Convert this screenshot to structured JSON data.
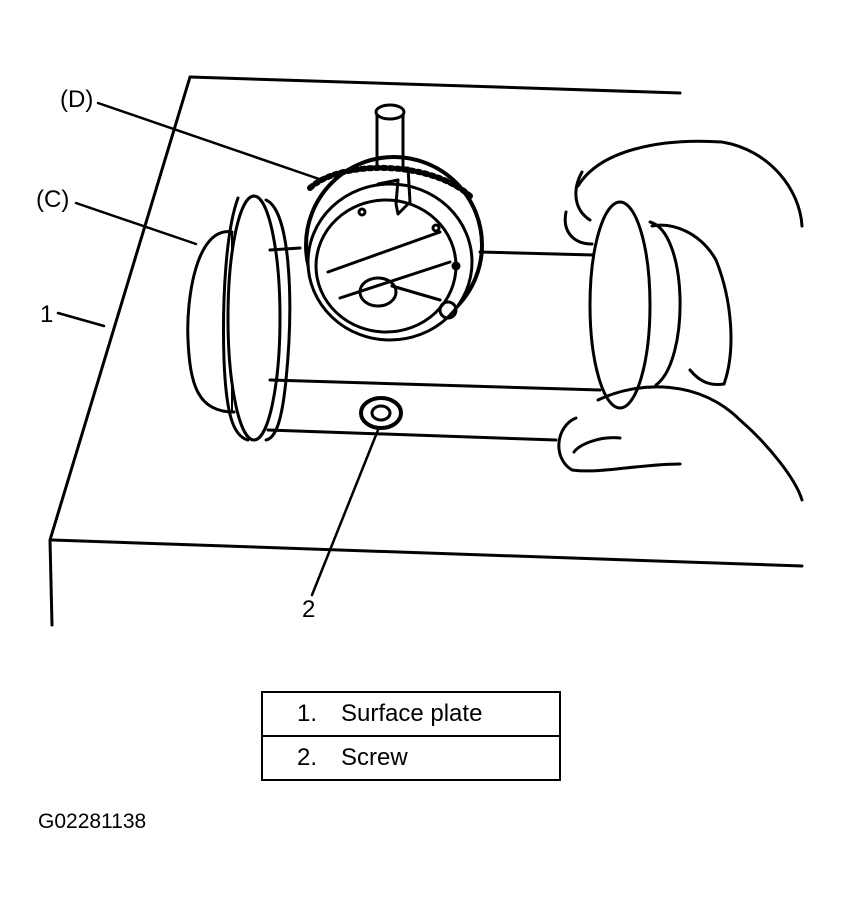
{
  "callouts": {
    "d": "(D)",
    "c": "(C)",
    "one": "1",
    "two": "2"
  },
  "legend": [
    {
      "number": "1.",
      "label": "Surface plate"
    },
    {
      "number": "2.",
      "label": "Screw"
    }
  ],
  "figure_id": "G02281138"
}
